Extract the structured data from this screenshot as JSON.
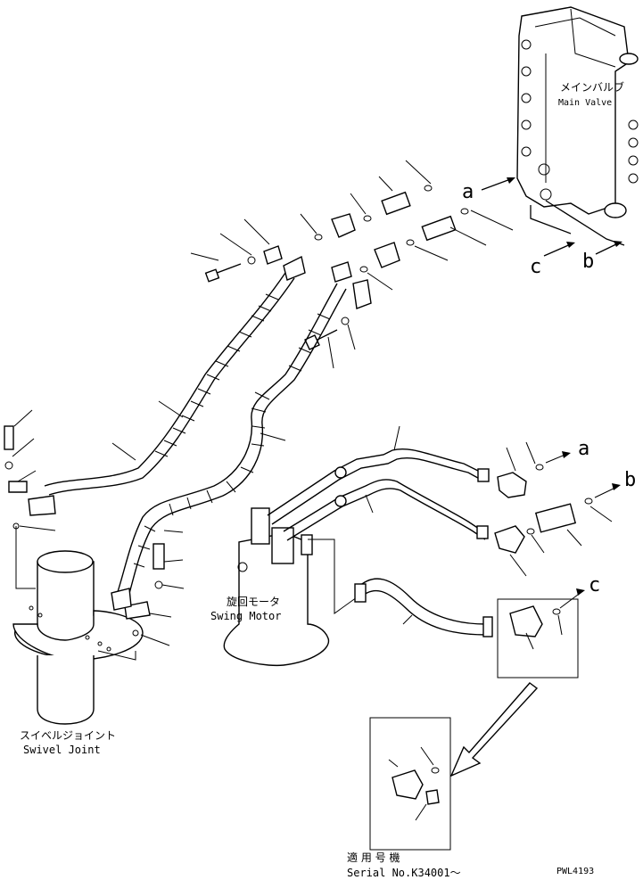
{
  "labels": {
    "main_valve_jp": "メインバルブ",
    "main_valve_en": "Main Valve",
    "swing_motor_jp": "旋回モータ",
    "swing_motor_en": "Swing Motor",
    "swivel_joint_jp": "スイベルジョイント",
    "swivel_joint_en": "Swivel Joint",
    "serial_jp": "適 用 号 機",
    "serial_en": "Serial No.K34001～",
    "drawing_code": "PWL4193"
  },
  "connection_letters": {
    "a_top": "a",
    "b_top": "b",
    "c_top": "c",
    "a_right": "a",
    "b_right": "b",
    "c_right": "c"
  }
}
